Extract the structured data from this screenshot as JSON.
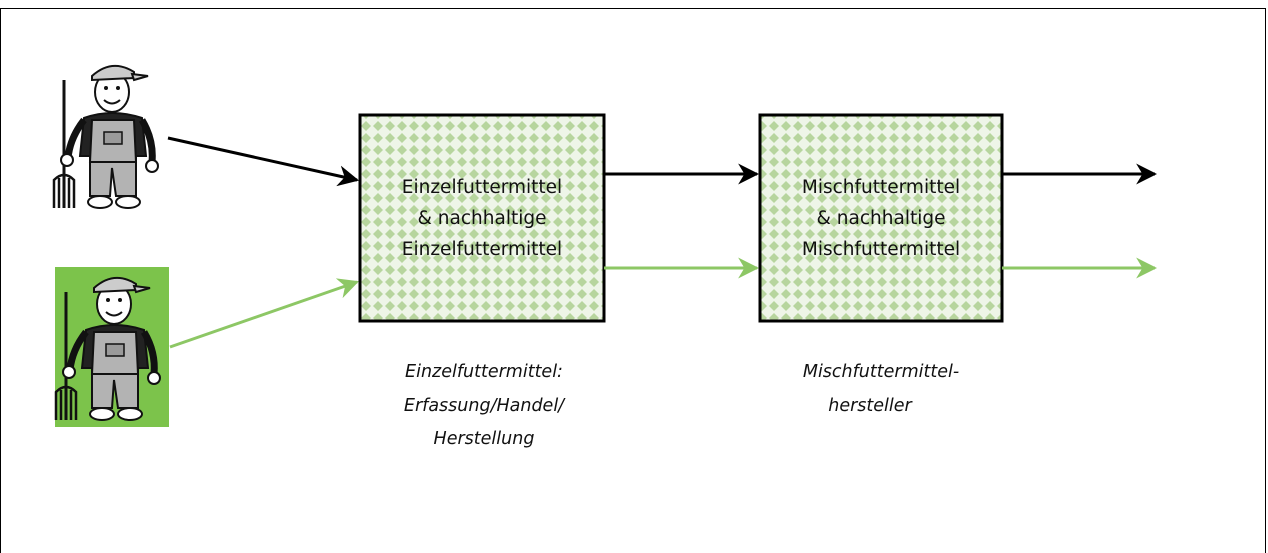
{
  "diagram": {
    "box_1": {
      "lines": [
        "Einzelfuttermittel",
        "& nachhaltige",
        "Einzelfuttermittel"
      ]
    },
    "box_2": {
      "lines": [
        "Mischfuttermittel",
        "& nachhaltige",
        "Mischfuttermittel"
      ]
    },
    "caption_1": {
      "lines": [
        "Einzelfuttermittel:",
        "Erfassung/Handel/",
        "Herstellung"
      ]
    },
    "caption_2": {
      "lines": [
        "Mischfuttermittel-",
        "hersteller"
      ]
    },
    "colors": {
      "conventional_flow": "#000000",
      "sustainable_flow": "#8dc765",
      "farmer_highlight": "#7cc34b",
      "box_fill": "#d9e8cf",
      "box_pattern": "#a9cc8f"
    },
    "icons": [
      "farmer-icon",
      "farmer-icon-highlighted"
    ]
  }
}
